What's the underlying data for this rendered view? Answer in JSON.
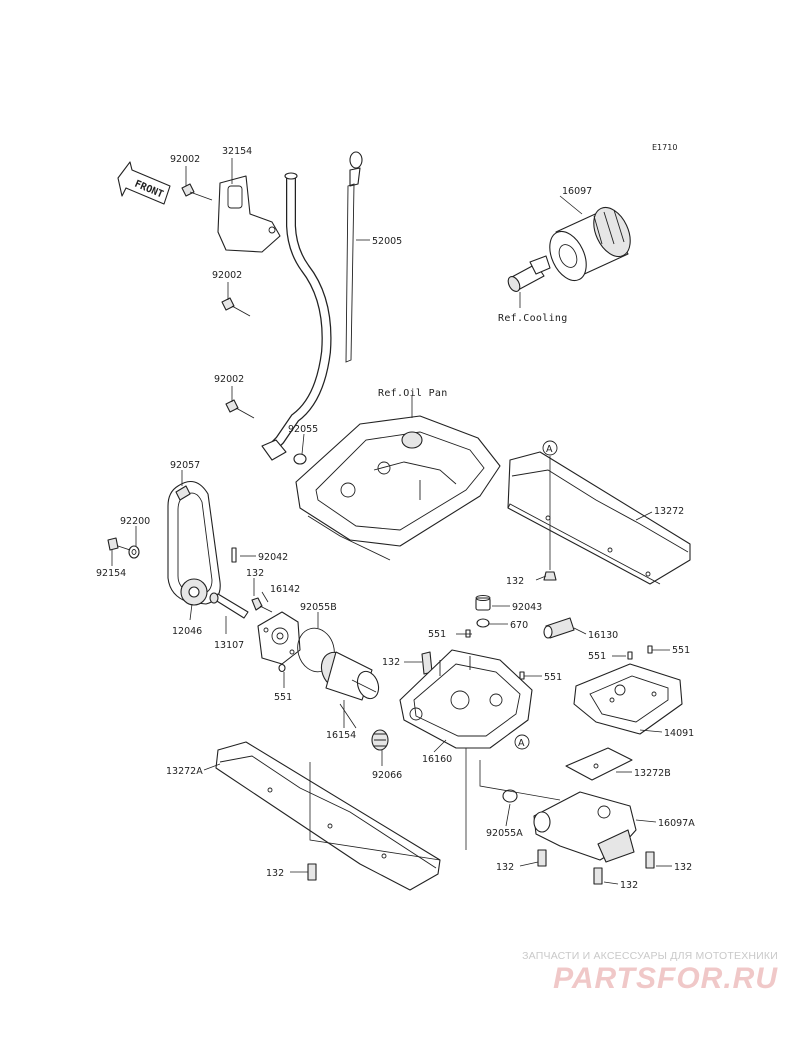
{
  "diagram_code": "E1710",
  "front_label": "FRONT",
  "refs": {
    "cooling": "Ref.Cooling",
    "oil_pan": "Ref.Oil Pan"
  },
  "callout_marker": "A",
  "parts": {
    "p92002_a": "92002",
    "p32154": "32154",
    "p92002_b": "92002",
    "p52005": "52005",
    "p92002_c": "92002",
    "p92055": "92055",
    "p16097": "16097",
    "p92057": "92057",
    "p92200": "92200",
    "p92154": "92154",
    "p12046": "12046",
    "p92042": "92042",
    "p132_a": "132",
    "p16142": "16142",
    "p13107": "13107",
    "p92055B": "92055B",
    "p551_a": "551",
    "p13272": "13272",
    "p132_b": "132",
    "p92043": "92043",
    "p551_b": "551",
    "p670": "670",
    "p16130": "16130",
    "p132_c": "132",
    "p551_c": "551",
    "p551_d": "551",
    "p551_e": "551",
    "p16154": "16154",
    "p14091": "14091",
    "p16160": "16160",
    "p92066": "92066",
    "p13272A": "13272A",
    "p13272B": "13272B",
    "p92055A": "92055A",
    "p16097A": "16097A",
    "p132_d": "132",
    "p132_e": "132",
    "p132_f": "132",
    "p132_g": "132"
  },
  "watermark": {
    "tagline": "ЗАПЧАСТИ И АКСЕССУАРЫ ДЛЯ МОТОТЕХНИКИ",
    "brand": "PARTSFOR.RU"
  }
}
